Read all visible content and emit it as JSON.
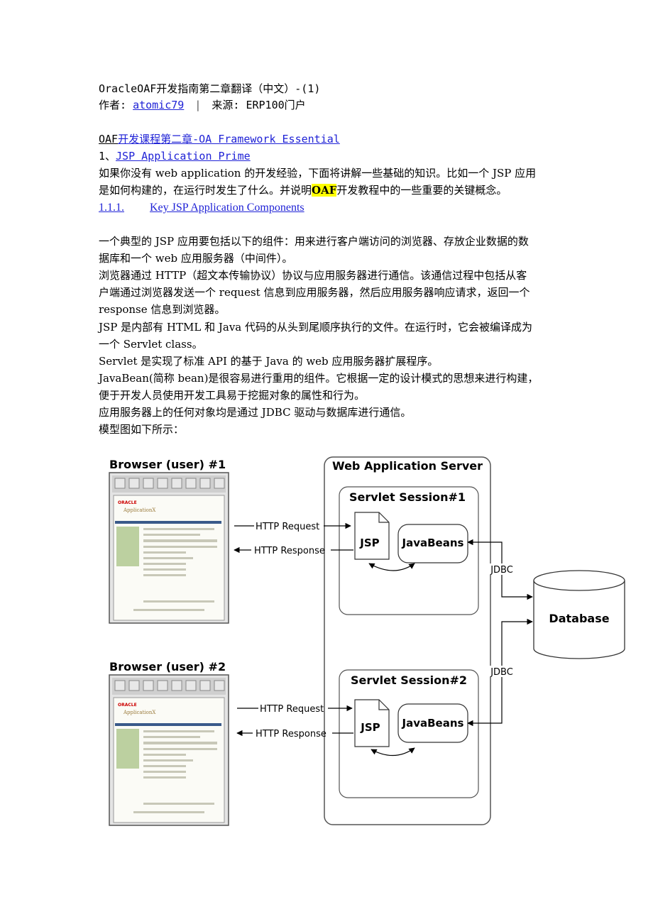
{
  "header": {
    "title": "OracleOAF开发指南第二章翻译（中文）-(1)",
    "author_label": "作者:",
    "author_name": "atomic79",
    "separator": "|",
    "source": "来源: ERP100门户"
  },
  "section": {
    "heading_prefix": "OAF",
    "heading_rest": "开发课程第二章-OA Framework Essential",
    "sub_index": "1、",
    "sub_link": "JSP Application Prime"
  },
  "intro": {
    "line1": "如果你没有 web application 的开发经验，下面将讲解一些基础的知识。比如一个 JSP  应用",
    "line2_a": "是如何构建的，在运行时发生了什么。并说明",
    "line2_hl": "OAF",
    "line2_b": "开发教程中的一些重要的关键概念。"
  },
  "subheading": {
    "number": "1.1.1.",
    "text": "Key JSP Application Components"
  },
  "body_lines": [
    "一个典型的 JSP 应用要包括以下的组件：用来进行客户端访问的浏览器、存放企业数据的数",
    "据库和一个 web 应用服务器（中间件）。",
    "浏览器通过 HTTP（超文本传输协议）协议与应用服务器进行通信。该通信过程中包括从客",
    "户端通过浏览器发送一个 request 信息到应用服务器，然后应用服务器响应请求，返回一个",
    "response 信息到浏览器。",
    "JSP 是内部有 HTML 和 Java 代码的从头到尾顺序执行的文件。在运行时，它会被编译成为",
    "一个 Servlet class。",
    "Servlet 是实现了标准 API 的基于 Java 的 web 应用服务器扩展程序。",
    "JavaBean(简称 bean)是很容易进行重用的组件。它根据一定的设计模式的思想来进行构建，",
    "便于开发人员使用开发工具易于挖掘对象的属性和行为。",
    "应用服务器上的任何对象均是通过 JDBC 驱动与数据库进行通信。",
    "模型图如下所示："
  ],
  "diagram": {
    "browser1": "Browser (user) #1",
    "browser2": "Browser (user) #2",
    "server": "Web Application Server",
    "session1": "Servlet Session#1",
    "session2": "Servlet Session#2",
    "jsp": "JSP",
    "javabeans": "JavaBeans",
    "http_request": "HTTP Request",
    "http_response": "HTTP Response",
    "jdbc": "JDBC",
    "database": "Database",
    "mock_logo": "ORACLE",
    "mock_app": "ApplicationX"
  }
}
